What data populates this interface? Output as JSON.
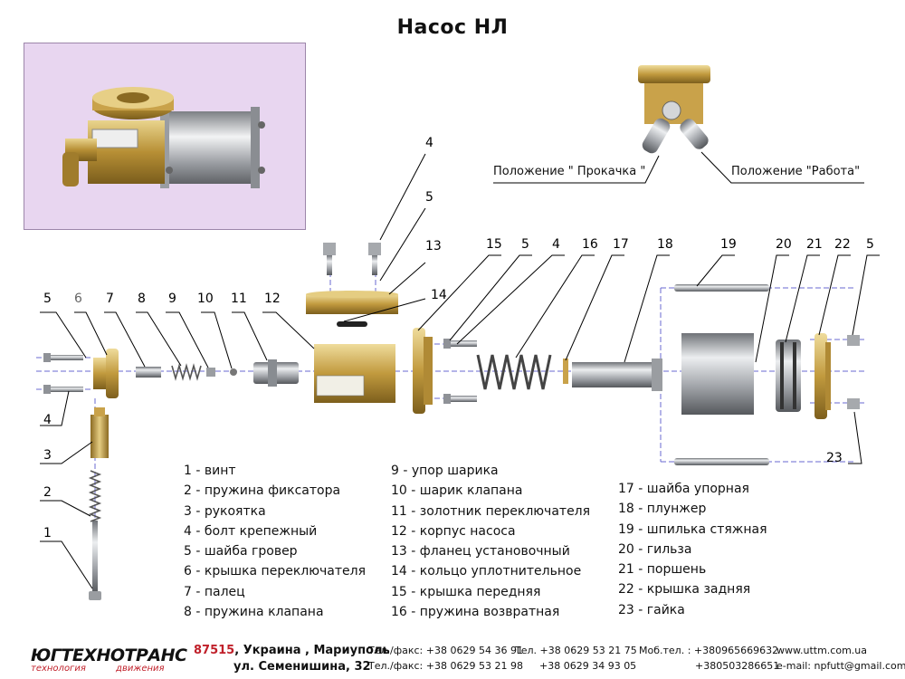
{
  "title": "Насос НЛ",
  "positions": {
    "pumping": "Положение \" Прокачка \"",
    "working": "Положение \"Работа\""
  },
  "callouts": [
    "1",
    "2",
    "3",
    "4",
    "5",
    "6",
    "7",
    "8",
    "9",
    "10",
    "11",
    "12",
    "13",
    "14",
    "15",
    "16",
    "17",
    "18",
    "19",
    "20",
    "21",
    "22",
    "23"
  ],
  "legend": {
    "col1": [
      "1 - винт",
      "2 - пружина фиксатора",
      "3 - рукоятка",
      "4 - болт крепежный",
      "5 - шайба гровер",
      "6 - крышка переключателя",
      "7 - палец",
      "8 - пружина клапана"
    ],
    "col2": [
      "9 - упор шарика",
      "10 - шарик клапана",
      "11 - золотник переключателя",
      "12 - корпус насоса",
      "13 - фланец установочный",
      "14 - кольцо уплотнительное",
      "15 - крышка передняя",
      "16 - пружина возвратная"
    ],
    "col3": [
      "17 - шайба упорная",
      "18 - плунжер",
      "19 - шпилька стяжная",
      "20 - гильза",
      "21 - поршень",
      "22 - крышка задняя",
      "23 - гайка"
    ]
  },
  "footer": {
    "logo": "ЮГТЕХНОТРАНС",
    "logo_sub_1": "технология",
    "logo_sub_2": "движения",
    "postcode": "87515",
    "address_1": ", Украина , Мариуполь",
    "address_2": "ул. Семенишина, 32",
    "telfax_1": "Тел./факс: +38 0629 54 36 91",
    "telfax_2": "Тел./факс: +38 0629 53 21 98",
    "tel_1": "Тел.  +38 0629 53 21 75",
    "tel_2": "+38 0629 34 93 05",
    "mob_1": "Моб.тел. : +380965669632",
    "mob_2": "+380503286651",
    "web": "www.uttm.com.ua",
    "email": "e-mail: npfutt@gmail.com"
  },
  "colors": {
    "brass": "#c9a24a",
    "steel": "#b9bcc0",
    "dash": "#6a6ad0",
    "photo_bg": "#e8d6f0",
    "accent_red": "#c0202a"
  }
}
